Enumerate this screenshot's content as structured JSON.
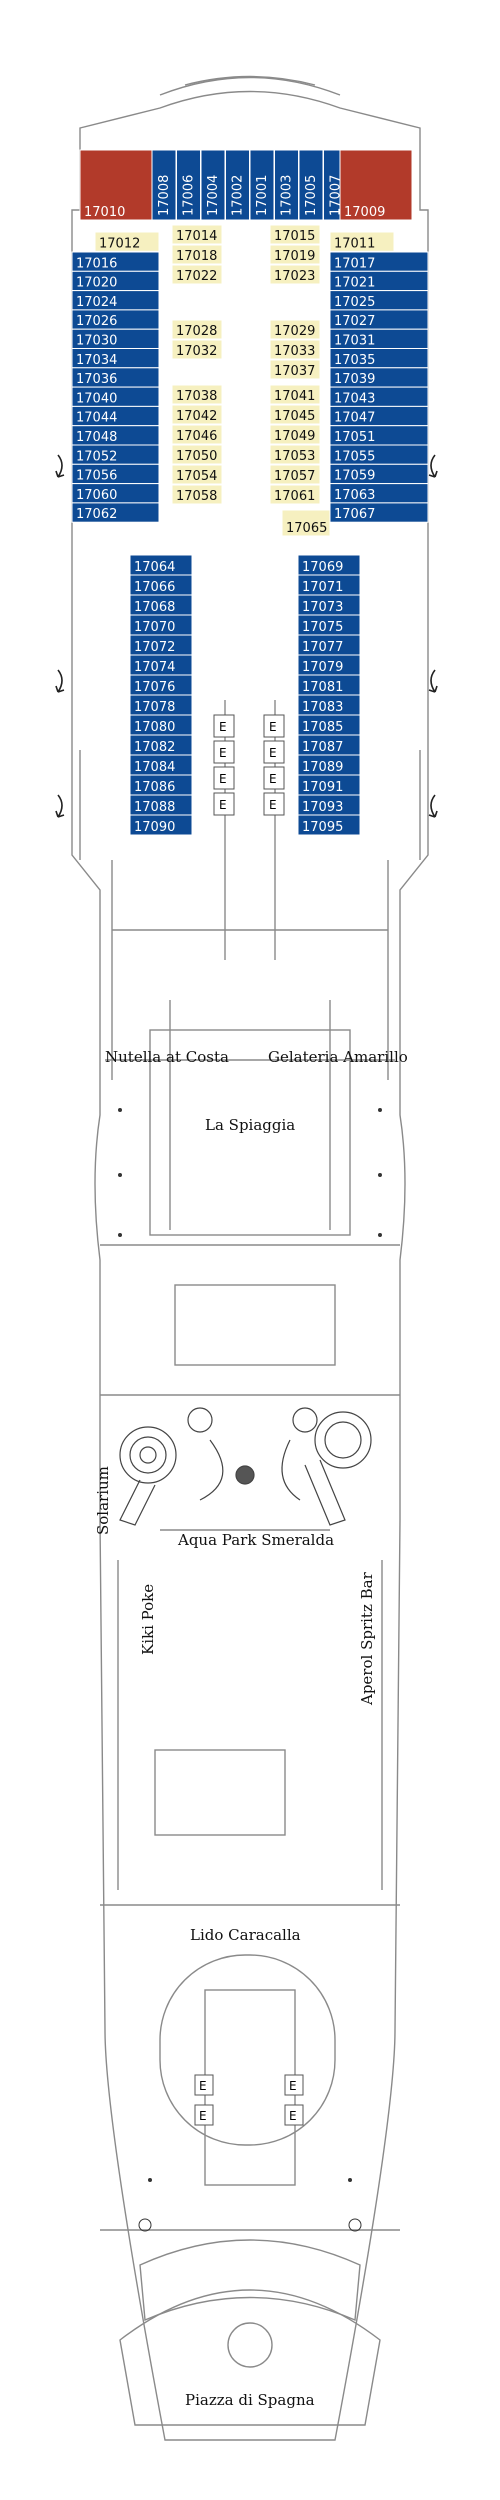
{
  "colors": {
    "outline": "#8a8a8a",
    "blue": "#0d4a94",
    "yellow": "#f6f0c0",
    "red": "#b23a2a",
    "text_light": "#ffffff",
    "text_dark": "#111111"
  },
  "cabins": {
    "fwd_top": [
      "17008",
      "17006",
      "17004",
      "17002",
      "17001",
      "17003",
      "17005",
      "17007"
    ],
    "fwd_red": [
      "17010",
      "17009"
    ],
    "left_yellow_top": [
      "17012"
    ],
    "right_yellow_top": [
      "17011"
    ],
    "left_outer": [
      "17016",
      "17020",
      "17024",
      "17026",
      "17030",
      "17034",
      "17036",
      "17040",
      "17044",
      "17048",
      "17052",
      "17056",
      "17060",
      "17062"
    ],
    "right_outer": [
      "17017",
      "17021",
      "17025",
      "17027",
      "17031",
      "17035",
      "17039",
      "17043",
      "17047",
      "17051",
      "17055",
      "17059",
      "17063",
      "17067"
    ],
    "center_left": [
      "17014",
      "17018",
      "17022",
      "17028",
      "17032",
      "17038",
      "17042",
      "17046",
      "17050",
      "17054",
      "17058"
    ],
    "center_right": [
      "17015",
      "17019",
      "17023",
      "17029",
      "17033",
      "17037",
      "17041",
      "17045",
      "17049",
      "17053",
      "17057",
      "17061"
    ],
    "center_extra": [
      "17065"
    ],
    "mid_left": [
      "17064",
      "17066",
      "17068",
      "17070",
      "17072",
      "17074",
      "17076",
      "17078",
      "17080",
      "17082",
      "17084",
      "17086",
      "17088",
      "17090"
    ],
    "mid_right": [
      "17069",
      "17071",
      "17073",
      "17075",
      "17077",
      "17079",
      "17081",
      "17083",
      "17085",
      "17087",
      "17089",
      "17091",
      "17093",
      "17095"
    ]
  },
  "venues": {
    "nutella": "Nutella at Costa",
    "gelateria": "Gelateria Amarillo",
    "spiaggia": "La Spiaggia",
    "solarium": "Solarium",
    "aqua": "Aqua Park Smeralda",
    "kiki": "Kiki Poke",
    "aperol": "Aperol Spritz Bar",
    "lido": "Lido Caracalla",
    "piazza": "Piazza di Spagna"
  },
  "icons": {
    "elevator": "E",
    "turn": "turn-arrow-icon"
  }
}
